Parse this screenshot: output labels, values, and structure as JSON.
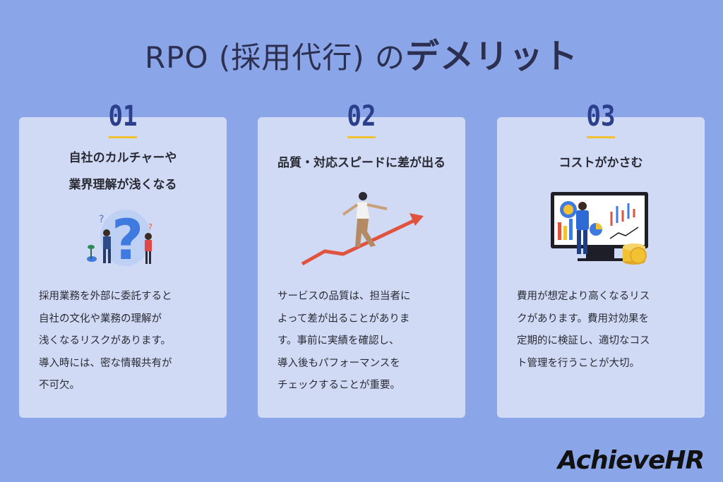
{
  "title": {
    "prefix": "RPO (採用代行) の",
    "emphasis": "デメリット"
  },
  "cards": [
    {
      "number": "01",
      "heading_lines": [
        "自社のカルチャーや",
        "業界理解が浅くなる"
      ],
      "body_lines": [
        "採用業務を外部に委託すると",
        "自社の文化や業務の理解が",
        "浅くなるリスクがあります。",
        "導入時には、密な情報共有が",
        "不可欠。"
      ],
      "icon": "question-mark-people-illustration"
    },
    {
      "number": "02",
      "heading_lines": [
        "品質・対応スピードに差が出る"
      ],
      "body_lines": [
        "サービスの品質は、担当者に",
        "よって差が出ることがありま",
        "す。事前に実績を確認し、",
        "導入後もパフォーマンスを",
        "チェックすることが重要。"
      ],
      "icon": "person-on-rising-arrow-illustration"
    },
    {
      "number": "03",
      "heading_lines": [
        "コストがかさむ"
      ],
      "body_lines": [
        "費用が想定より高くなるリス",
        "クがあります。費用対効果を",
        "定期的に検証し、適切なコス",
        "ト管理を行うことが大切。"
      ],
      "icon": "analytics-monitor-coins-illustration"
    }
  ],
  "logo": {
    "text": "AchieveHR"
  },
  "colors": {
    "background": "#8aa6e8",
    "card": "#d0daf4",
    "number": "#2b3f8c",
    "underline": "#f2c232",
    "arrow": "#e0533f"
  }
}
